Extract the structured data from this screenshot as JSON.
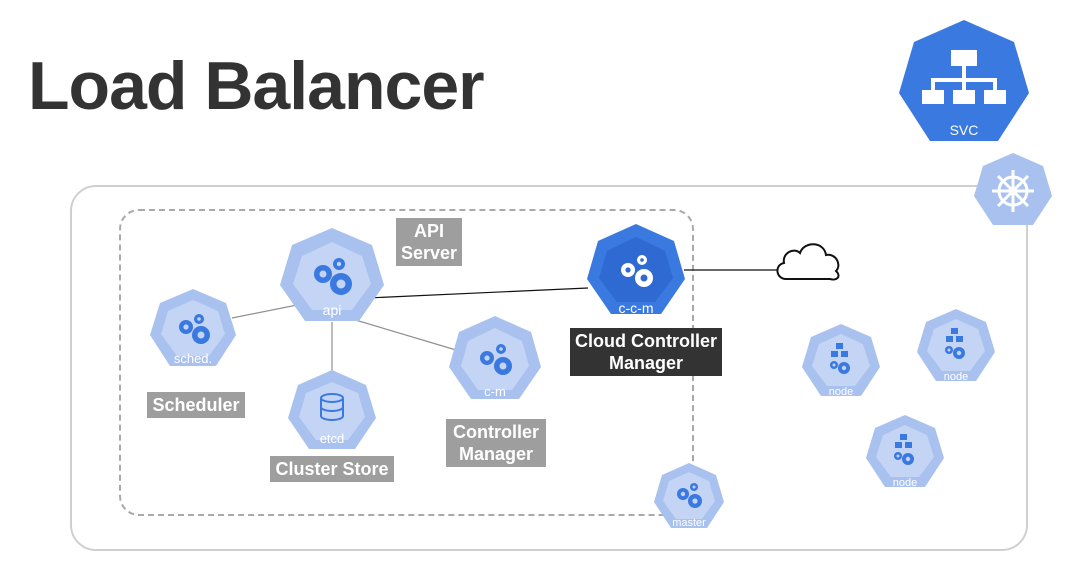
{
  "title": "Load Balancer",
  "svc": {
    "label": "SVC"
  },
  "components": {
    "api": {
      "icon_label": "api",
      "caption": "API\nServer"
    },
    "sched": {
      "icon_label": "sched.",
      "caption": "Scheduler"
    },
    "etcd": {
      "icon_label": "etcd",
      "caption": "Cluster Store"
    },
    "cm": {
      "icon_label": "c-m",
      "caption": "Controller\nManager"
    },
    "ccm": {
      "icon_label": "c-c-m",
      "caption": "Cloud Controller\nManager"
    },
    "master": {
      "icon_label": "master"
    }
  },
  "nodes": [
    {
      "label": "node"
    },
    {
      "label": "node"
    },
    {
      "label": "node"
    }
  ],
  "colors": {
    "light_blue": "#a9c1ee",
    "blue": "#3a79e0",
    "dark_label": "#333333",
    "gray_label": "#9e9e9e"
  }
}
